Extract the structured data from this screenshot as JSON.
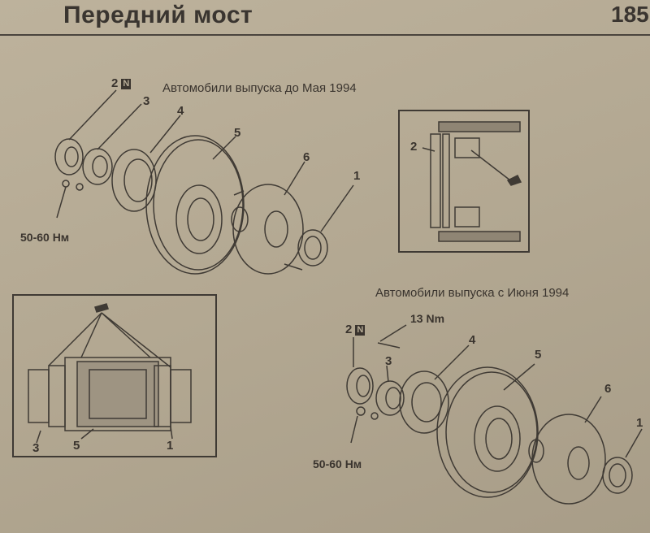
{
  "header": {
    "title": "Передний мост",
    "page_number": "185"
  },
  "diagram_top": {
    "caption": "Автомобили выпуска до Мая 1994",
    "labels": [
      "1",
      "2",
      "3",
      "4",
      "5",
      "6"
    ],
    "badge": "N",
    "torque": "50-60 Нм"
  },
  "inset_right": {
    "labels": [
      "2"
    ]
  },
  "inset_left": {
    "labels": [
      "3",
      "5",
      "1"
    ]
  },
  "diagram_bottom": {
    "caption": "Автомобили выпуска с Июня 1994",
    "labels": [
      "1",
      "2",
      "3",
      "4",
      "5",
      "6"
    ],
    "badge": "N",
    "torque": "50-60 Нм",
    "bolt_torque": "13 Nm"
  }
}
